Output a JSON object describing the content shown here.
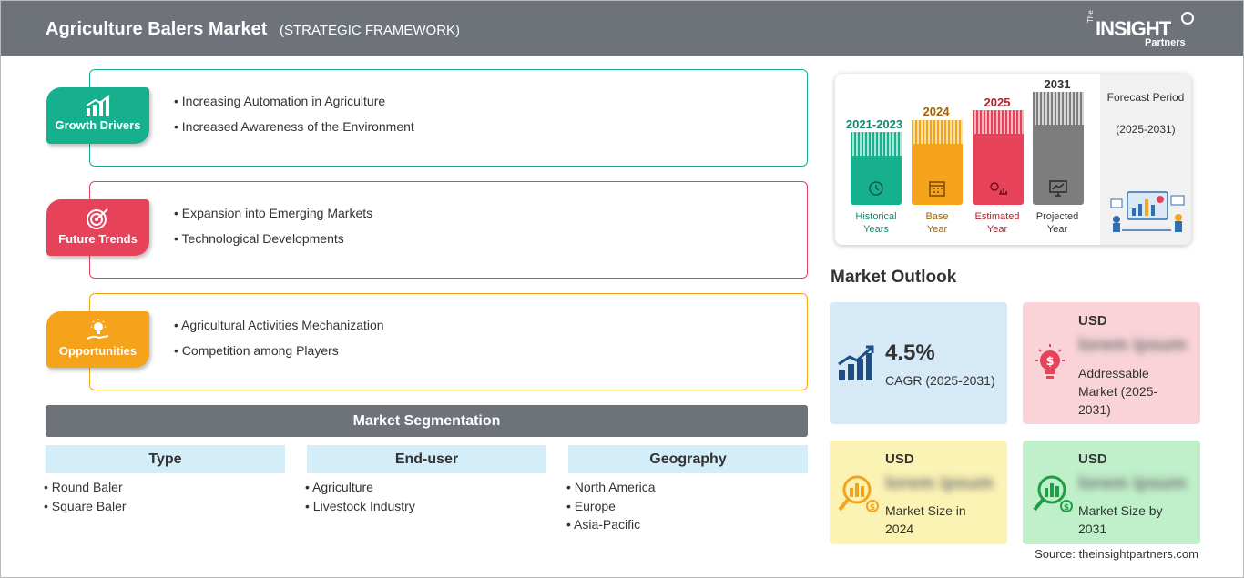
{
  "header": {
    "title": "Agriculture Balers Market",
    "subtitle": "(STRATEGIC FRAMEWORK)",
    "logo": {
      "the": "The",
      "insight": "INSIGHT",
      "partners": "Partners"
    }
  },
  "framework": {
    "growth_drivers": {
      "label": "Growth Drivers",
      "color": "#17b08e",
      "items": [
        "Increasing Automation in Agriculture",
        "Increased Awareness of the Environment"
      ]
    },
    "future_trends": {
      "label": "Future Trends",
      "color": "#e6425a",
      "items": [
        "Expansion into Emerging Markets",
        "Technological Developments"
      ]
    },
    "opportunities": {
      "label": "Opportunities",
      "color": "#f5a31a",
      "items": [
        "Agricultural Activities Mechanization",
        "Competition among Players"
      ]
    }
  },
  "segmentation": {
    "title": "Market Segmentation",
    "columns": [
      {
        "head": "Type",
        "items": [
          "Round Baler",
          "Square Baler"
        ]
      },
      {
        "head": "End-user",
        "items": [
          "Agriculture",
          "Livestock Industry"
        ]
      },
      {
        "head": "Geography",
        "items": [
          "North America",
          "Europe",
          "Asia-Pacific"
        ]
      }
    ]
  },
  "timeline": {
    "bars": [
      {
        "year": "2021-2023",
        "label1": "Historical",
        "label2": "Years",
        "color": "#17b08e",
        "year_color": "#12876c"
      },
      {
        "year": "2024",
        "label1": "Base",
        "label2": "Year",
        "color": "#f5a31a",
        "year_color": "#a06400"
      },
      {
        "year": "2025",
        "label1": "Estimated",
        "label2": "Year",
        "color": "#e6425a",
        "year_color": "#b3202f"
      },
      {
        "year": "2031",
        "label1": "Projected",
        "label2": "Year",
        "color": "#7d7d7d",
        "year_color": "#333333"
      }
    ],
    "forecast_title": "Forecast Period",
    "forecast_range": "(2025-2031)"
  },
  "outlook": {
    "title": "Market Outlook",
    "cagr": {
      "value": "4.5%",
      "label": "CAGR (2025-2031)",
      "bg": "#d6e9f6"
    },
    "addressable": {
      "currency": "USD",
      "value": "lorem ipsum",
      "desc": "Addressable Market (2025-2031)",
      "bg": "#f9d3d8"
    },
    "size_2024": {
      "currency": "USD",
      "value": "lorem ipsum",
      "desc": "Market Size in 2024",
      "bg": "#fbf3b4"
    },
    "size_2031": {
      "currency": "USD",
      "value": "lorem ipsum",
      "desc": "Market Size by 2031",
      "bg": "#bff0c9"
    }
  },
  "source": "Source: theinsightpartners.com"
}
